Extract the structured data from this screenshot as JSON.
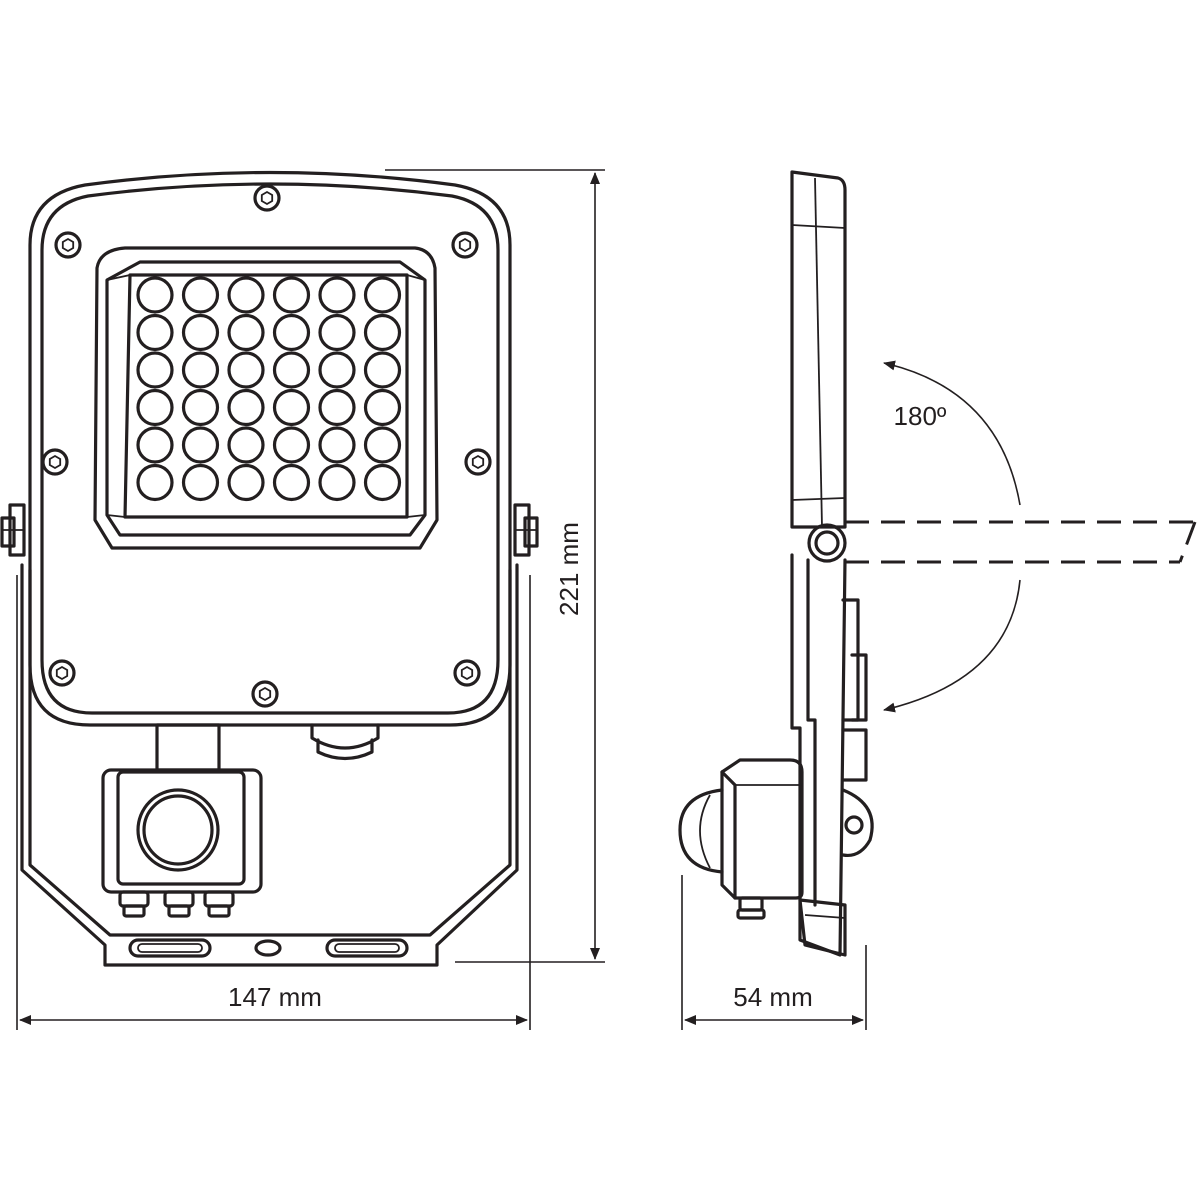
{
  "dimensions": {
    "width": "147 mm",
    "height": "221 mm",
    "depth": "54 mm"
  },
  "rotation_angle": "180º",
  "led_grid": {
    "rows": 6,
    "cols": 6
  },
  "colors": {
    "line": "#231f20",
    "background": "#ffffff"
  }
}
